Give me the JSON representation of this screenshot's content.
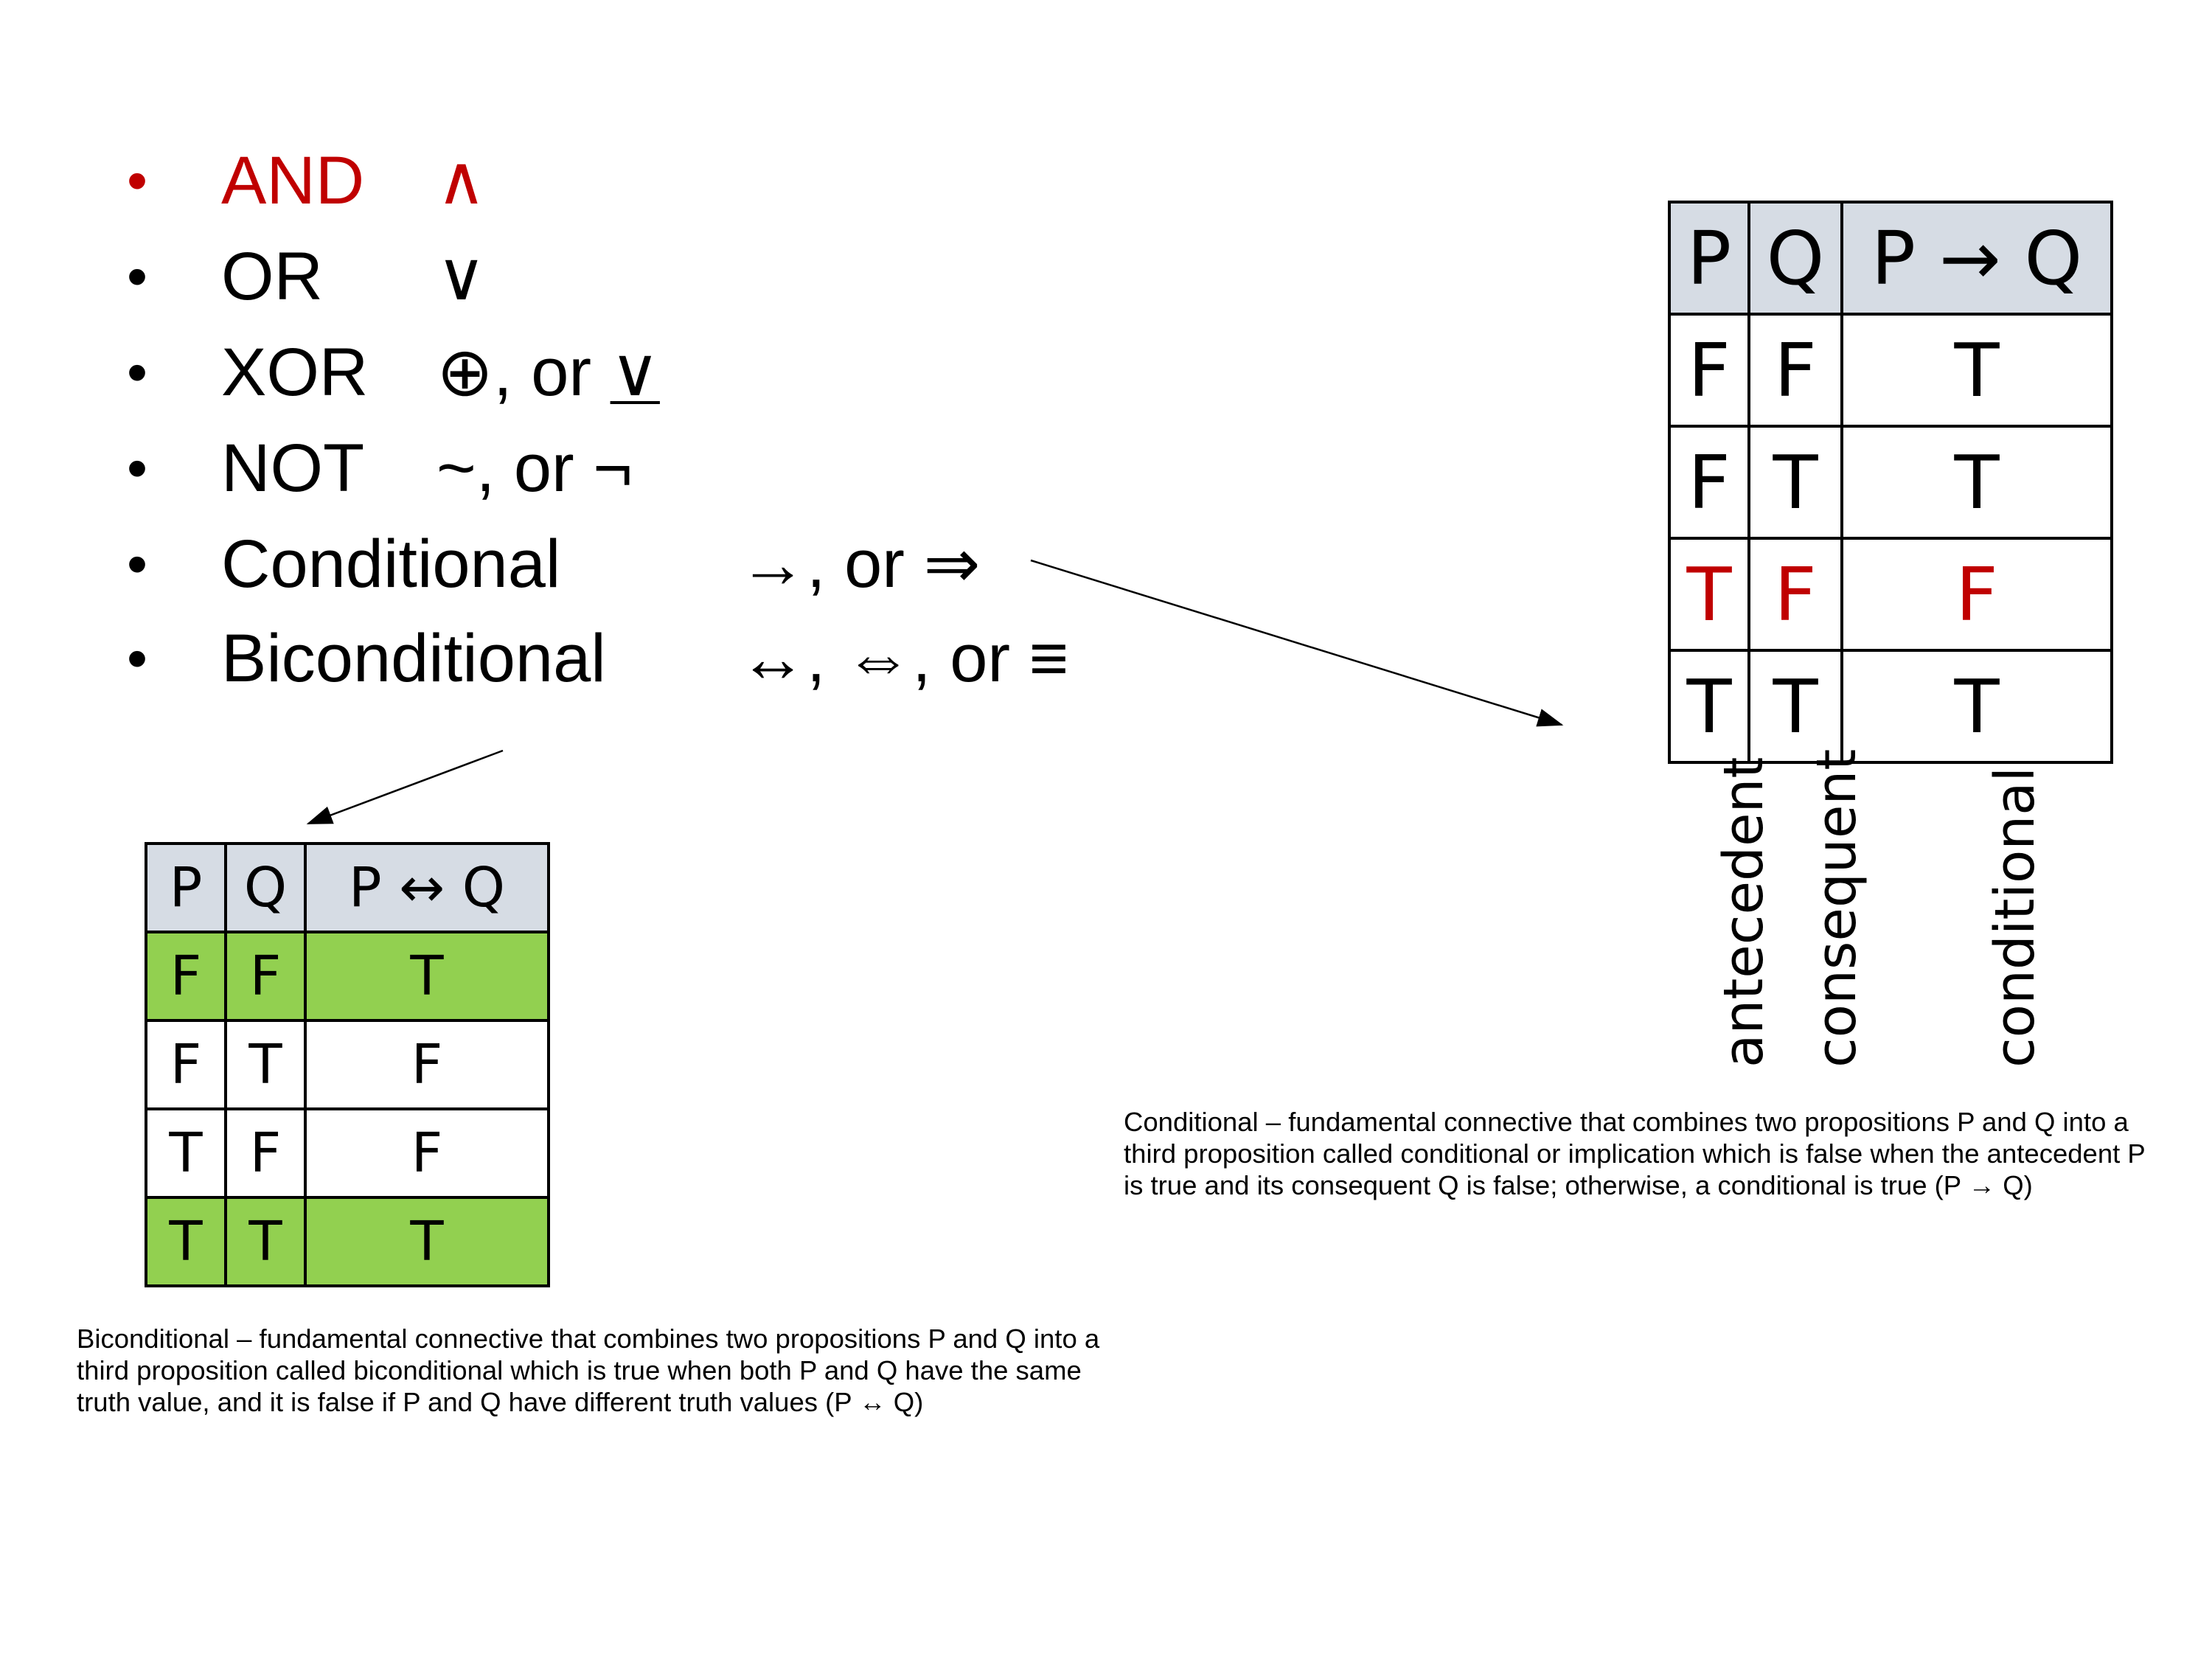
{
  "bullets": [
    {
      "dot": "•",
      "name": "AND",
      "symbols": "∧",
      "underlined": ""
    },
    {
      "dot": "•",
      "name": "OR",
      "symbols": "∨",
      "underlined": ""
    },
    {
      "dot": "•",
      "name": "XOR",
      "symbols": "⊕, or ",
      "underlined": "∨"
    },
    {
      "dot": "•",
      "name": "NOT",
      "symbols": "~, or ¬",
      "underlined": ""
    },
    {
      "dot": "•",
      "name": "Conditional",
      "symbols": "→, or ⇒",
      "underlined": ""
    },
    {
      "dot": "•",
      "name": "Biconditional",
      "symbols": "↔, ⇔, or ≡",
      "underlined": ""
    }
  ],
  "conditional_table": {
    "headers": [
      "P",
      "Q",
      "P → Q"
    ],
    "rows": [
      [
        "F",
        "F",
        "T"
      ],
      [
        "F",
        "T",
        "T"
      ],
      [
        "T",
        "F",
        "F"
      ],
      [
        "T",
        "T",
        "T"
      ]
    ],
    "highlight_color": "#c00000",
    "column_labels": [
      "antecedent",
      "consequent",
      "conditional"
    ]
  },
  "biconditional_table": {
    "headers": [
      "P",
      "Q",
      "P ↔ Q"
    ],
    "rows": [
      [
        "F",
        "F",
        "T"
      ],
      [
        "F",
        "T",
        "F"
      ],
      [
        "T",
        "F",
        "F"
      ],
      [
        "T",
        "T",
        "T"
      ]
    ],
    "highlight_color": "#92d050"
  },
  "captions": {
    "conditional": "Conditional – fundamental connective that combines two propositions P and Q into a third proposition called conditional or implication which is false when the antecedent P is true and its consequent Q is false; otherwise, a conditional is true (P → Q)",
    "biconditional": "Biconditional – fundamental connective that combines two propositions P and Q into a third proposition called biconditional which is true when both P and Q have the same truth value, and it is false if P and Q have different truth values (P ↔ Q)"
  },
  "colors": {
    "accent_red": "#c00000",
    "header_fill": "#d6dce4",
    "match_fill": "#92d050"
  }
}
